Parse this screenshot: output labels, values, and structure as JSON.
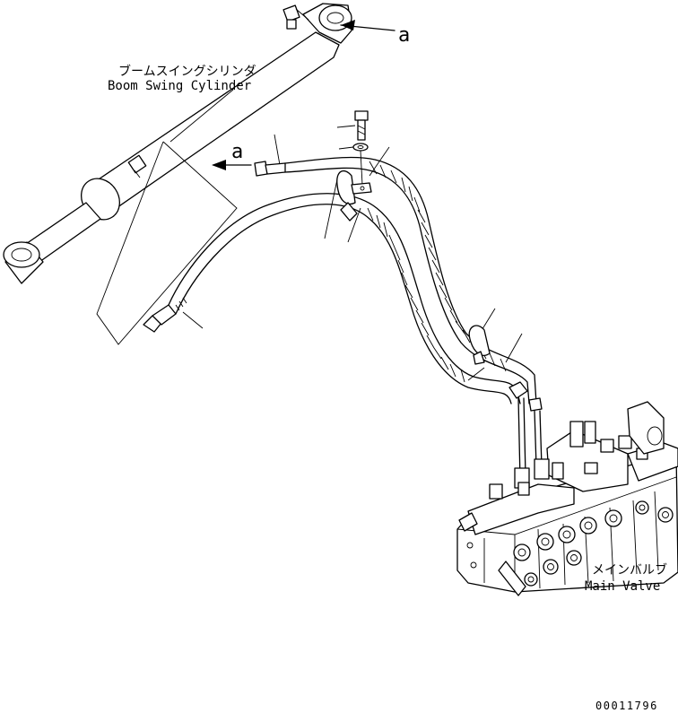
{
  "labels": {
    "cylinder_jp": "ブームスイングシリンダ",
    "cylinder_en": "Boom Swing Cylinder",
    "valve_jp": "メインバルブ",
    "valve_en": "Main Valve",
    "ref_a_top": "a",
    "ref_a_hose": "a",
    "drawing_number": "00011796"
  }
}
